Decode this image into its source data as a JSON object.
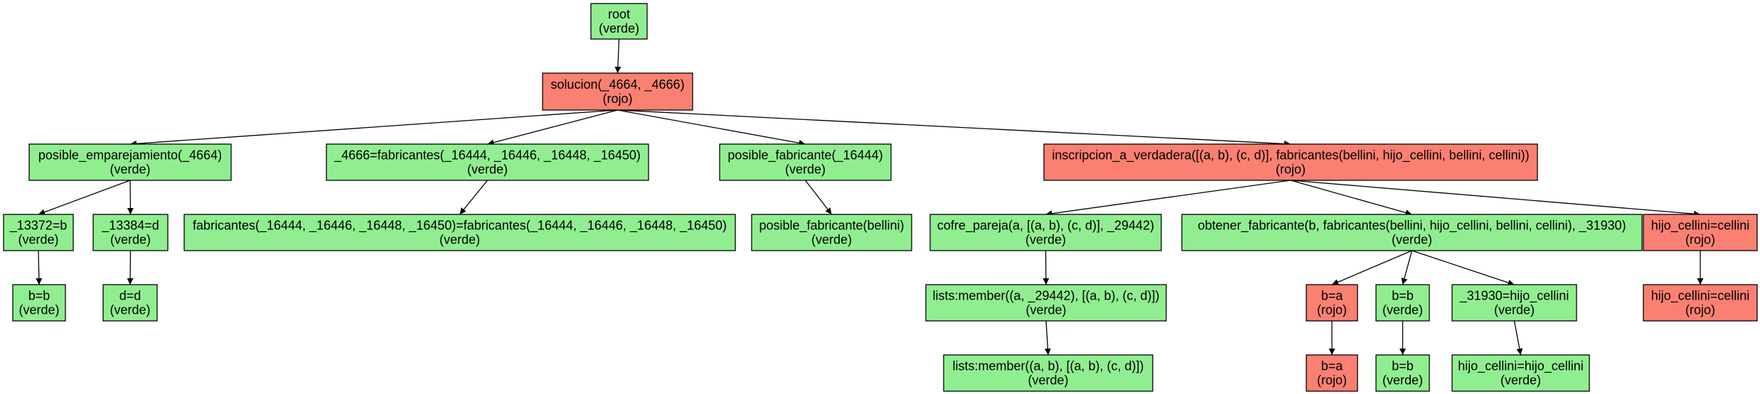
{
  "colors": {
    "verde": "#90ee90",
    "rojo": "#fa8072",
    "edge": "#000000"
  },
  "nodes": [
    {
      "id": "root",
      "label": "root",
      "status": "(verde)",
      "color": "verde"
    },
    {
      "id": "solucion",
      "label": "solucion(_4664, _4666)",
      "status": "(rojo)",
      "color": "rojo"
    },
    {
      "id": "posible_emparejamiento",
      "label": "posible_emparejamiento(_4664)",
      "status": "(verde)",
      "color": "verde"
    },
    {
      "id": "eq_4666",
      "label": "_4666=fabricantes(_16444, _16446, _16448, _16450)",
      "status": "(verde)",
      "color": "verde"
    },
    {
      "id": "posible_fabricante",
      "label": "posible_fabricante(_16444)",
      "status": "(verde)",
      "color": "verde"
    },
    {
      "id": "inscripcion",
      "label": "inscripcion_a_verdadera([(a, b), (c, d)], fabricantes(bellini, hijo_cellini, bellini, cellini))",
      "status": "(rojo)",
      "color": "rojo"
    },
    {
      "id": "eq_13372",
      "label": "_13372=b",
      "status": "(verde)",
      "color": "verde"
    },
    {
      "id": "eq_13384",
      "label": "_13384=d",
      "status": "(verde)",
      "color": "verde"
    },
    {
      "id": "fab_eq",
      "label": "fabricantes(_16444, _16446, _16448, _16450)=fabricantes(_16444, _16446, _16448, _16450)",
      "status": "(verde)",
      "color": "verde"
    },
    {
      "id": "posible_fab_bellini",
      "label": "posible_fabricante(bellini)",
      "status": "(verde)",
      "color": "verde"
    },
    {
      "id": "cofre",
      "label": "cofre_pareja(a, [(a, b), (c, d)], _29442)",
      "status": "(verde)",
      "color": "verde"
    },
    {
      "id": "obtener",
      "label": "obtener_fabricante(b, fabricantes(bellini, hijo_cellini, bellini, cellini), _31930)",
      "status": "(verde)",
      "color": "verde"
    },
    {
      "id": "hijo_cellini_1",
      "label": "hijo_cellini=cellini",
      "status": "(rojo)",
      "color": "rojo"
    },
    {
      "id": "b_eq_b_left",
      "label": "b=b",
      "status": "(verde)",
      "color": "verde"
    },
    {
      "id": "d_eq_d",
      "label": "d=d",
      "status": "(verde)",
      "color": "verde"
    },
    {
      "id": "member_1",
      "label": "lists:member((a, _29442), [(a, b), (c, d)])",
      "status": "(verde)",
      "color": "verde"
    },
    {
      "id": "b_eq_a_1",
      "label": "b=a",
      "status": "(rojo)",
      "color": "rojo"
    },
    {
      "id": "b_eq_b_1",
      "label": "b=b",
      "status": "(verde)",
      "color": "verde"
    },
    {
      "id": "eq_31930",
      "label": "_31930=hijo_cellini",
      "status": "(verde)",
      "color": "verde"
    },
    {
      "id": "hijo_cellini_2",
      "label": "hijo_cellini=cellini",
      "status": "(rojo)",
      "color": "rojo"
    },
    {
      "id": "member_2",
      "label": "lists:member((a, b), [(a, b), (c, d)])",
      "status": "(verde)",
      "color": "verde"
    },
    {
      "id": "b_eq_a_2",
      "label": "b=a",
      "status": "(rojo)",
      "color": "rojo"
    },
    {
      "id": "b_eq_b_2",
      "label": "b=b",
      "status": "(verde)",
      "color": "verde"
    },
    {
      "id": "hijo_hijo",
      "label": "hijo_cellini=hijo_cellini",
      "status": "(verde)",
      "color": "verde"
    }
  ],
  "edges": [
    [
      "root",
      "solucion"
    ],
    [
      "solucion",
      "posible_emparejamiento"
    ],
    [
      "solucion",
      "eq_4666"
    ],
    [
      "solucion",
      "posible_fabricante"
    ],
    [
      "solucion",
      "inscripcion"
    ],
    [
      "posible_emparejamiento",
      "eq_13372"
    ],
    [
      "posible_emparejamiento",
      "eq_13384"
    ],
    [
      "eq_4666",
      "fab_eq"
    ],
    [
      "posible_fabricante",
      "posible_fab_bellini"
    ],
    [
      "inscripcion",
      "cofre"
    ],
    [
      "inscripcion",
      "obtener"
    ],
    [
      "inscripcion",
      "hijo_cellini_1"
    ],
    [
      "eq_13372",
      "b_eq_b_left"
    ],
    [
      "eq_13384",
      "d_eq_d"
    ],
    [
      "cofre",
      "member_1"
    ],
    [
      "obtener",
      "b_eq_a_1"
    ],
    [
      "obtener",
      "b_eq_b_1"
    ],
    [
      "obtener",
      "eq_31930"
    ],
    [
      "hijo_cellini_1",
      "hijo_cellini_2"
    ],
    [
      "member_1",
      "member_2"
    ],
    [
      "b_eq_a_1",
      "b_eq_a_2"
    ],
    [
      "b_eq_b_1",
      "b_eq_b_2"
    ],
    [
      "eq_31930",
      "hijo_hijo"
    ]
  ]
}
